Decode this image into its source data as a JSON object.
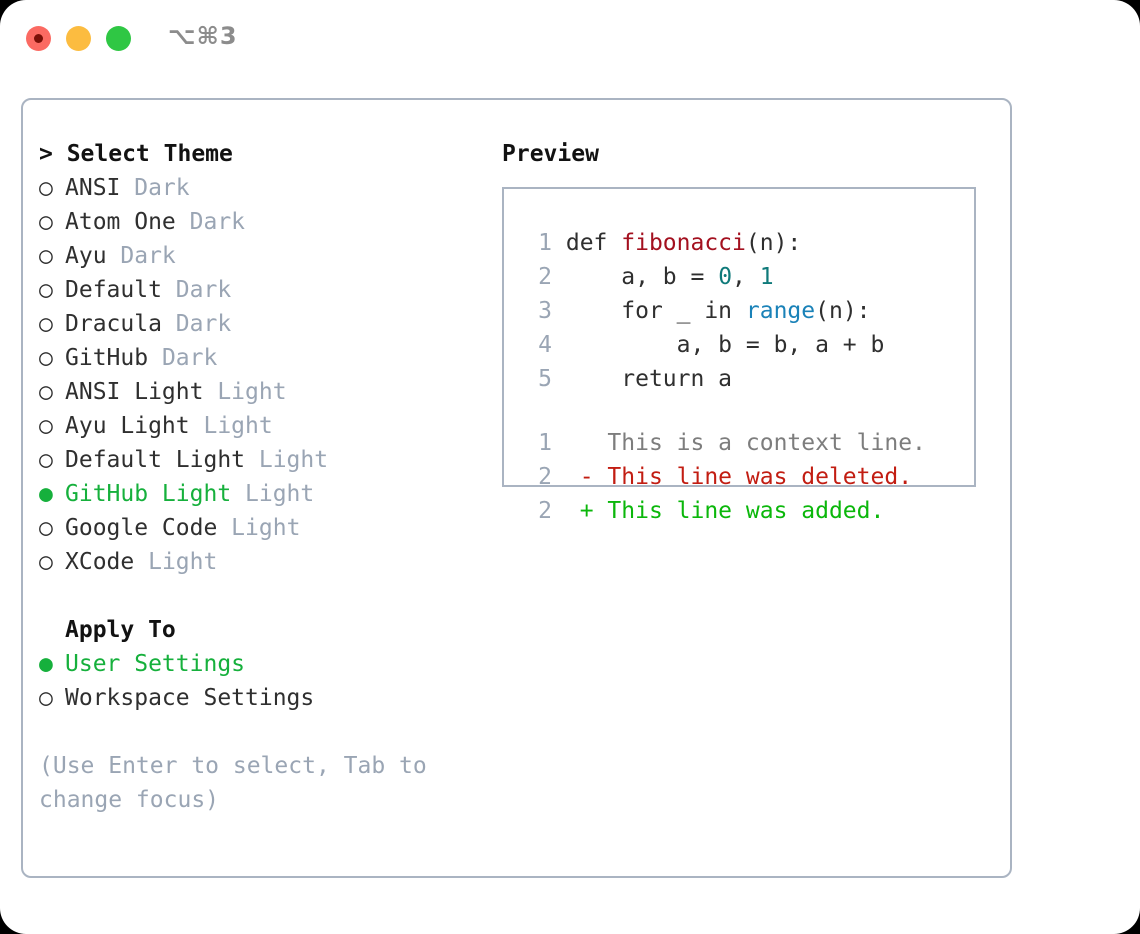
{
  "titlebar": {
    "shortcut": "⌥⌘3",
    "traffic_lights": [
      "close-dot",
      "minimize-dot",
      "maximize-dot"
    ],
    "colors": {
      "red": "#fb6a62",
      "yellow": "#fcbc40",
      "green": "#2fc744"
    }
  },
  "theme_picker": {
    "heading": "> Select Theme",
    "bullet_unselected": "○",
    "bullet_selected": "●",
    "selected_color": "#16b03c",
    "tag_color": "#9aa5b4",
    "items": [
      {
        "name": "ANSI",
        "tag": "Dark",
        "selected": false
      },
      {
        "name": "Atom One",
        "tag": "Dark",
        "selected": false
      },
      {
        "name": "Ayu",
        "tag": "Dark",
        "selected": false
      },
      {
        "name": "Default",
        "tag": "Dark",
        "selected": false
      },
      {
        "name": "Dracula",
        "tag": "Dark",
        "selected": false
      },
      {
        "name": "GitHub",
        "tag": "Dark",
        "selected": false
      },
      {
        "name": "ANSI Light",
        "tag": "Light",
        "selected": false
      },
      {
        "name": "Ayu Light",
        "tag": "Light",
        "selected": false
      },
      {
        "name": "Default Light",
        "tag": "Light",
        "selected": false
      },
      {
        "name": "GitHub Light",
        "tag": "Light",
        "selected": true
      },
      {
        "name": "Google Code",
        "tag": "Light",
        "selected": false
      },
      {
        "name": "XCode",
        "tag": "Light",
        "selected": false
      }
    ]
  },
  "apply_to": {
    "heading": "Apply To",
    "options": [
      {
        "name": "User Settings",
        "selected": true
      },
      {
        "name": "Workspace Settings",
        "selected": false
      }
    ]
  },
  "hint": "(Use Enter to select, Tab to change focus)",
  "preview": {
    "title": "Preview",
    "code_lines": [
      {
        "num": "1",
        "segments": [
          {
            "text": "def ",
            "type": "kw"
          },
          {
            "text": "fibonacci",
            "type": "fn"
          },
          {
            "text": "(n):",
            "type": "plain"
          }
        ]
      },
      {
        "num": "2",
        "segments": [
          {
            "text": "    a, b = ",
            "type": "plain"
          },
          {
            "text": "0",
            "type": "num"
          },
          {
            "text": ", ",
            "type": "plain"
          },
          {
            "text": "1",
            "type": "num"
          }
        ]
      },
      {
        "num": "3",
        "segments": [
          {
            "text": "    for _ in ",
            "type": "plain"
          },
          {
            "text": "range",
            "type": "call"
          },
          {
            "text": "(n):",
            "type": "plain"
          }
        ]
      },
      {
        "num": "4",
        "segments": [
          {
            "text": "        a, b = b, a + b",
            "type": "plain"
          }
        ]
      },
      {
        "num": "5",
        "segments": [
          {
            "text": "    return a",
            "type": "plain"
          }
        ]
      }
    ],
    "diff_lines": [
      {
        "num": "1",
        "marker": " ",
        "text": " This is a context line.",
        "kind": "ctx"
      },
      {
        "num": "2",
        "marker": "-",
        "text": " This line was deleted.",
        "kind": "del"
      },
      {
        "num": "2",
        "marker": "+",
        "text": " This line was added.",
        "kind": "add"
      }
    ],
    "diff_colors": {
      "context": "#7d7d7d",
      "deleted": "#c21d12",
      "added": "#0bb70b"
    },
    "syntax_colors": {
      "function": "#a3101f",
      "number": "#0f7a7a",
      "call": "#1a82b8",
      "text": "#2f2f2f",
      "line_number": "#9aa5b4"
    }
  }
}
